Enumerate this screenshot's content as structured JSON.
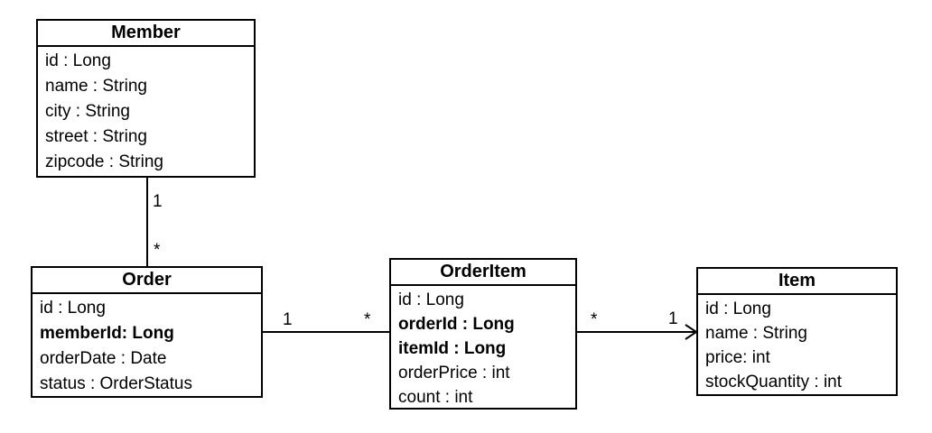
{
  "classes": {
    "member": {
      "title": "Member",
      "attributes": [
        {
          "text": "id : Long",
          "bold": false
        },
        {
          "text": "name : String",
          "bold": false
        },
        {
          "text": "city : String",
          "bold": false
        },
        {
          "text": "street : String",
          "bold": false
        },
        {
          "text": "zipcode : String",
          "bold": false
        }
      ]
    },
    "order": {
      "title": "Order",
      "attributes": [
        {
          "text": "id : Long",
          "bold": false
        },
        {
          "text": "memberId: Long",
          "bold": true
        },
        {
          "text": "orderDate : Date",
          "bold": false
        },
        {
          "text": "status : OrderStatus",
          "bold": false
        }
      ]
    },
    "order_item": {
      "title": "OrderItem",
      "attributes": [
        {
          "text": "id : Long",
          "bold": false
        },
        {
          "text": "orderId : Long",
          "bold": true
        },
        {
          "text": "itemId : Long",
          "bold": true
        },
        {
          "text": "orderPrice : int",
          "bold": false
        },
        {
          "text": "count : int",
          "bold": false
        }
      ]
    },
    "item": {
      "title": "Item",
      "attributes": [
        {
          "text": "id : Long",
          "bold": false
        },
        {
          "text": "name : String",
          "bold": false
        },
        {
          "text": "price: int",
          "bold": false
        },
        {
          "text": "stockQuantity : int",
          "bold": false
        }
      ]
    }
  },
  "associations": {
    "member_order": {
      "member_end": "1",
      "order_end": "*"
    },
    "order_orderitem": {
      "order_end": "1",
      "orderitem_end": "*"
    },
    "orderitem_item": {
      "orderitem_end": "*",
      "item_end": "1"
    }
  }
}
